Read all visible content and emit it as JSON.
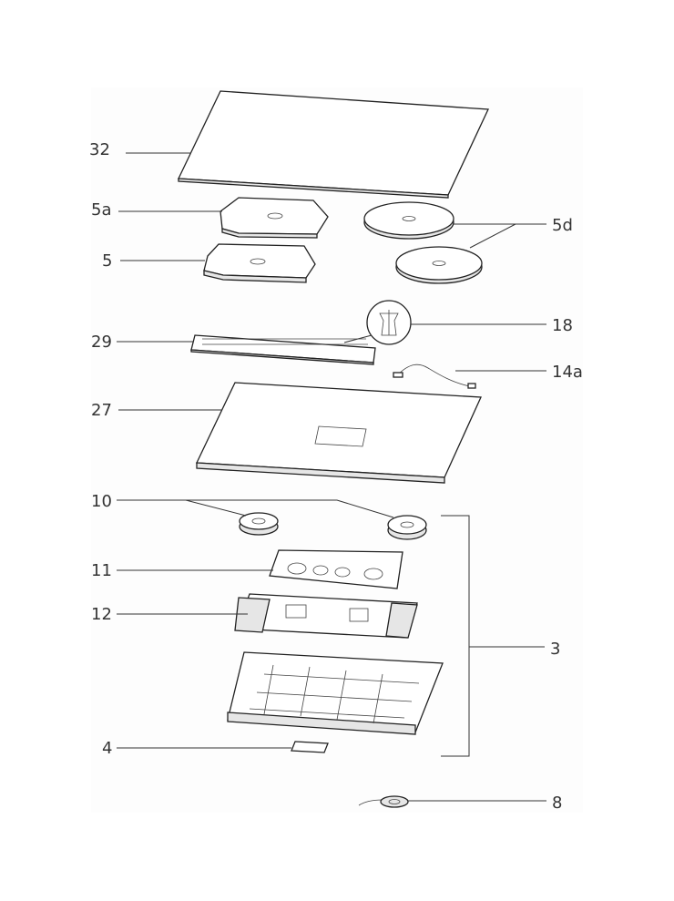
{
  "labels": {
    "p32": "32",
    "p5a": "5a",
    "p5d": "5d",
    "p5": "5",
    "p18": "18",
    "p29": "29",
    "p14a": "14a",
    "p27": "27",
    "p10": "10",
    "p11": "11",
    "p12": "12",
    "p3": "3",
    "p4": "4",
    "p8": "8"
  }
}
